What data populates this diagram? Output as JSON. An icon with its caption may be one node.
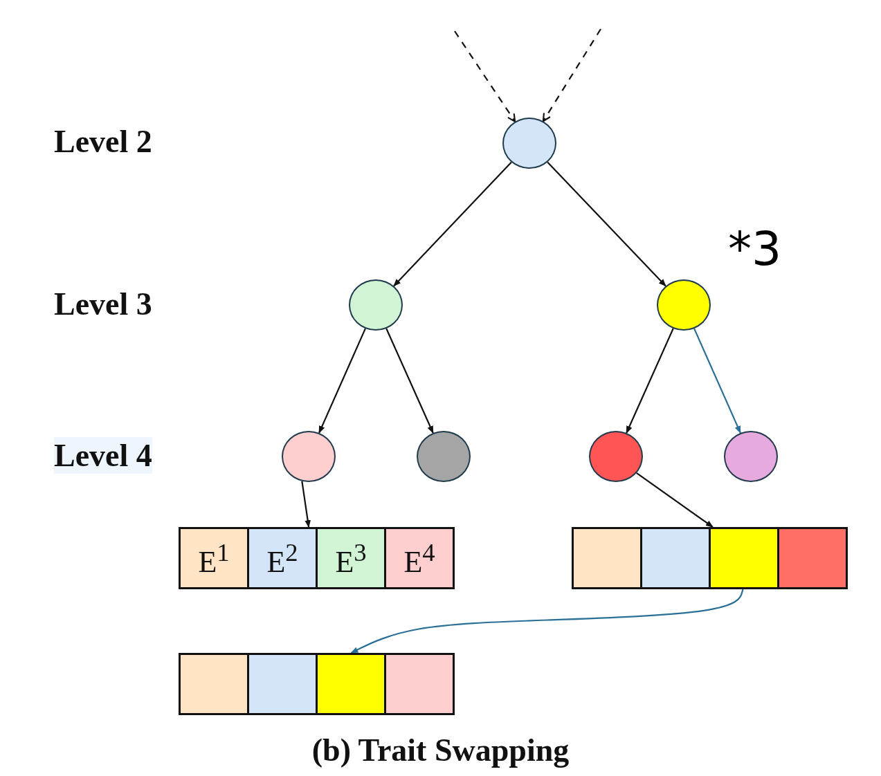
{
  "diagram": {
    "caption": "(b) Trait Swapping",
    "nodes": [
      {
        "text": [],
        "shape": "circle"
      },
      {
        "text": [],
        "shape": "circle"
      },
      {
        "text": [],
        "shape": "circle"
      },
      {
        "text": [],
        "shape": "circle"
      },
      {
        "text": [],
        "shape": "circle"
      },
      {
        "text": [],
        "shape": "circle"
      },
      {
        "text": [],
        "shape": "circle"
      },
      {
        "text": [
          "E$^{1}$"
        ]
      },
      {
        "text": [
          "E$^{2}$"
        ]
      },
      {
        "text": [
          "E$^{3}$"
        ]
      },
      {
        "text": [
          "E$^{4}$"
        ]
      },
      {
        "text": [],
        "shape": "box"
      },
      {
        "text": [],
        "shape": "box"
      },
      {
        "text": [],
        "shape": "box"
      },
      {
        "text": [],
        "shape": "box"
      },
      {
        "text": [],
        "shape": "box"
      },
      {
        "text": [],
        "shape": "box"
      },
      {
        "text": [],
        "shape": "box"
      },
      {
        "text": [],
        "shape": "box"
      }
    ],
    "edges": [
      {
        "from": null,
        "to": 0,
        "arrow": "to",
        "style": "dashed"
      },
      {
        "from": null,
        "to": 0,
        "arrow": "to",
        "style": "dashed"
      },
      {
        "from": 0,
        "to": 1,
        "arrow": "to"
      },
      {
        "from": 0,
        "to": 2,
        "arrow": "to"
      },
      {
        "from": 1,
        "to": 3,
        "arrow": "to"
      },
      {
        "from": 1,
        "to": 4,
        "arrow": "to"
      },
      {
        "from": 2,
        "to": 5,
        "arrow": "to"
      },
      {
        "from": 2,
        "to": 6,
        "arrow": "to",
        "color": "#2a6f97"
      },
      {
        "from": 3,
        "to": 8,
        "arrow": "to"
      },
      {
        "from": 5,
        "to": 13,
        "arrow": "to"
      },
      {
        "from": 13,
        "to": 17,
        "arrow": "to",
        "color": "#2a6f97"
      }
    ],
    "labels": [
      "Level 2",
      "*3",
      "Level 3",
      "Level 4"
    ]
  }
}
